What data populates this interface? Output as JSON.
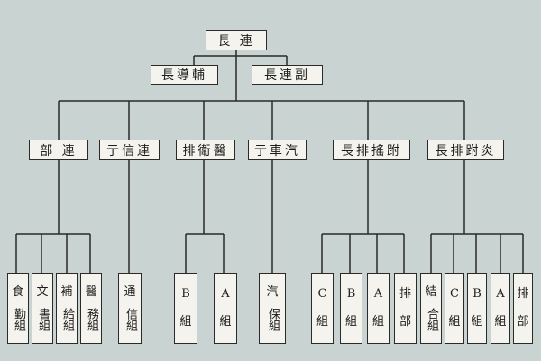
{
  "root": {
    "label": "長 連"
  },
  "deputies": [
    {
      "label": "長導輔"
    },
    {
      "label": "長連副"
    }
  ],
  "departments": [
    {
      "label": "部 連"
    },
    {
      "label": "亍信連"
    },
    {
      "label": "排衛醫"
    },
    {
      "label": "亍車汽"
    },
    {
      "label": "長排搖跗"
    },
    {
      "label": "長排跗炎"
    }
  ],
  "units": [
    {
      "top": "食",
      "bottom": "勤組"
    },
    {
      "top": "文",
      "bottom": "書組"
    },
    {
      "top": "補",
      "bottom": "給組"
    },
    {
      "top": "醫",
      "bottom": "務組"
    },
    {
      "top": "通",
      "bottom": "信組"
    },
    {
      "top": "B",
      "bottom": "組"
    },
    {
      "top": "A",
      "bottom": "組"
    },
    {
      "top": "汽",
      "bottom": "保組"
    },
    {
      "top": "C",
      "bottom": "組"
    },
    {
      "top": "B",
      "bottom": "組"
    },
    {
      "top": "A",
      "bottom": "組"
    },
    {
      "top": "排",
      "bottom": "部"
    },
    {
      "top": "結",
      "bottom": "合組"
    },
    {
      "top": "C",
      "bottom": "組"
    },
    {
      "top": "B",
      "bottom": "組"
    },
    {
      "top": "A",
      "bottom": "組"
    },
    {
      "top": "排",
      "bottom": "部"
    }
  ],
  "colors": {
    "background": "#c9d3d2",
    "box": "#f4f3ee",
    "line": "#2a2a2a"
  }
}
